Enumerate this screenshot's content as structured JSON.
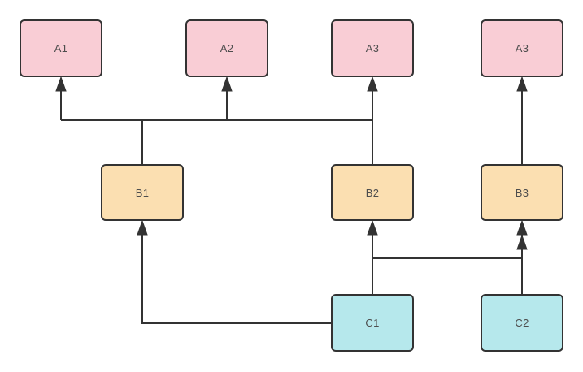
{
  "diagram": {
    "type": "flowchart",
    "direction": "bottom-up",
    "colors": {
      "background": "#ffffff",
      "edge_line": "#333333",
      "node_border": "#333333",
      "label_text": "#4d4d4d",
      "row_a_fill": "#f9cdd5",
      "row_b_fill": "#fbdfb1",
      "row_c_fill": "#b6e8ec"
    },
    "nodes": [
      {
        "id": "a1",
        "label": "A1",
        "row": "top"
      },
      {
        "id": "a2",
        "label": "A2",
        "row": "top"
      },
      {
        "id": "a3",
        "label": "A3",
        "row": "top"
      },
      {
        "id": "a4",
        "label": "A3",
        "row": "top"
      },
      {
        "id": "b1",
        "label": "B1",
        "row": "middle"
      },
      {
        "id": "b2",
        "label": "B2",
        "row": "middle"
      },
      {
        "id": "b3",
        "label": "B3",
        "row": "middle"
      },
      {
        "id": "c1",
        "label": "C1",
        "row": "bottom"
      },
      {
        "id": "c2",
        "label": "C2",
        "row": "bottom"
      }
    ],
    "edges": [
      {
        "from": "B1",
        "to": "A1",
        "style": "orthogonal-bus"
      },
      {
        "from": "B1",
        "to": "A2",
        "style": "orthogonal-bus"
      },
      {
        "from": "B1",
        "to": "A3",
        "style": "orthogonal-bus"
      },
      {
        "from": "B2",
        "to": "A3",
        "style": "straight-up"
      },
      {
        "from": "B3",
        "to": "A3-right",
        "style": "straight-up"
      },
      {
        "from": "C1",
        "to": "B2",
        "style": "straight-up"
      },
      {
        "from": "C1",
        "to": "B3",
        "style": "orthogonal"
      },
      {
        "from": "C1",
        "to": "B1",
        "style": "orthogonal-left-side"
      },
      {
        "from": "C2",
        "to": "B3",
        "style": "straight-up"
      }
    ]
  }
}
